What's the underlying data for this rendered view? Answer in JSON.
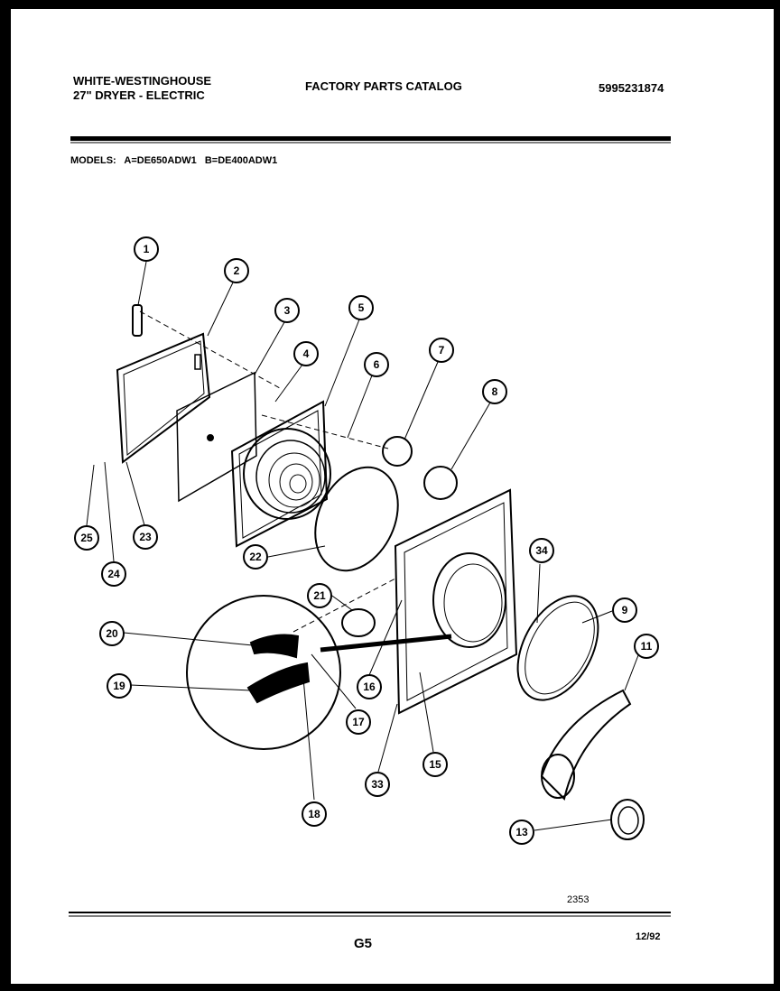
{
  "header": {
    "brand_line1": "WHITE-WESTINGHOUSE",
    "brand_line2": "27\" DRYER - ELECTRIC",
    "title": "FACTORY PARTS CATALOG",
    "doc_number": "5995231874"
  },
  "models": {
    "label": "MODELS:",
    "model_a": "A=DE650ADW1",
    "model_b": "B=DE400ADW1"
  },
  "callouts": [
    "1",
    "2",
    "3",
    "4",
    "5",
    "6",
    "7",
    "8",
    "9",
    "11",
    "13",
    "15",
    "16",
    "17",
    "18",
    "19",
    "20",
    "21",
    "22",
    "23",
    "24",
    "25",
    "33",
    "34"
  ],
  "footer": {
    "figure_code": "2353",
    "page_code": "G5",
    "date": "12/92"
  }
}
